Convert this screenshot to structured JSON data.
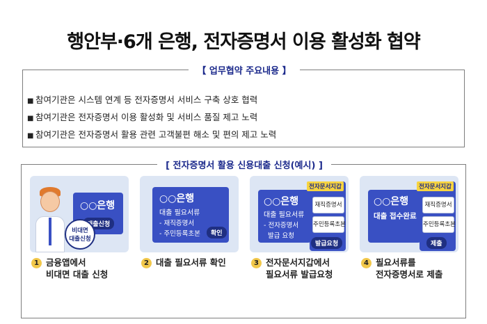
{
  "title": "행안부·6개 은행, 전자증명서 이용 활성화 협약",
  "agreement": {
    "heading": "【 업무협약 주요내용 】",
    "items": [
      "참여기관은 시스템 연계 등 전자증명서 서비스 구축 상호 협력",
      "참여기관은 전자증명서 이용 활성화 및 서비스 품질 제고 노력",
      "참여기관은 전자증명서 활용 관련 고객불편 해소 및 편의 제고 노력"
    ]
  },
  "example": {
    "heading": "[ 전자증명서 활용 신용대출 신청(예시) ]",
    "panel1": {
      "bank": "○○은행",
      "button": "대출신청",
      "bubble_line1": "비대면",
      "bubble_line2": "대출신청"
    },
    "panel2": {
      "bank": "○○은행",
      "line1": "대출 필요서류",
      "line2": "- 재직증명서",
      "line3": "- 주민등록초본",
      "button": "확인"
    },
    "panel3": {
      "bank": "○○은행",
      "line1": "대출 필요서류",
      "line2": "- 전자증명서",
      "line3": "발급 요청",
      "wallet": "전자문서지갑",
      "doc1": "재직증명서",
      "doc2": "주민등록초본",
      "button": "발급요청"
    },
    "panel4": {
      "bank": "○○은행",
      "line1": "대출 접수완료",
      "wallet": "전자문서지갑",
      "doc1": "재직증명서",
      "doc2": "주민등록초본",
      "button": "제출"
    },
    "steps": [
      {
        "num": "1",
        "line1": "금융앱에서",
        "line2": "비대면 대출 신청"
      },
      {
        "num": "2",
        "line1": "대출 필요서류 확인",
        "line2": ""
      },
      {
        "num": "3",
        "line1": "전자문서지갑에서",
        "line2": "필요서류 발급요청"
      },
      {
        "num": "4",
        "line1": "필요서류를",
        "line2": "전자증명서로 제출"
      }
    ]
  },
  "colors": {
    "accent": "#3950c3",
    "dark_navy": "#1f2f82",
    "panel_bg": "#dde6f4",
    "step_circle": "#f2c84b",
    "wallet_tag": "#f7d440"
  }
}
